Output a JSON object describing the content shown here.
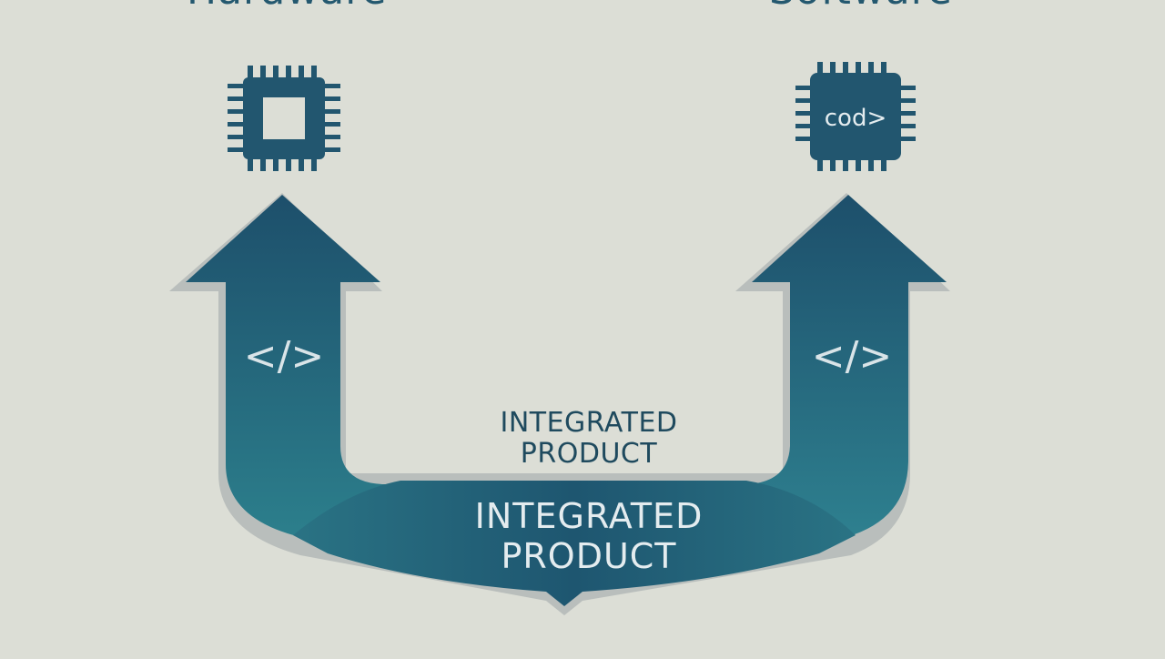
{
  "header": {
    "left_title": "Hardware",
    "right_title": "Software"
  },
  "icons": {
    "left_chip": "chip-icon",
    "right_chip": "chip-code-icon",
    "right_chip_label": "cod>",
    "code_tag": "</>"
  },
  "captions": {
    "middle_line1": "INTEGRATED",
    "middle_line2": "PRODUCT",
    "band_line1": "INTEGRATED",
    "band_line2": "PRODUCT"
  },
  "colors": {
    "background": "#dcded6",
    "arrow_dark": "#1d4f6b",
    "arrow_light": "#2b7a8a",
    "text_dark": "#1f4a5e",
    "text_light": "#e4ecef"
  }
}
